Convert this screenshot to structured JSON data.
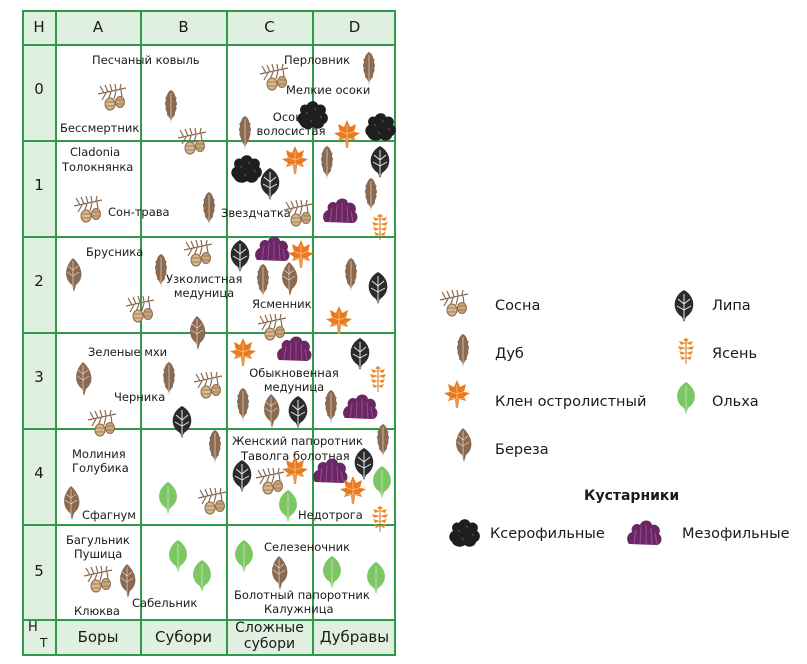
{
  "header": {
    "corner": "H",
    "columns": [
      "A",
      "B",
      "C",
      "D"
    ],
    "rows": [
      "0",
      "1",
      "2",
      "3",
      "4",
      "5"
    ],
    "corner_bottom_top": "H",
    "corner_bottom_bottom": "T",
    "footer": [
      "Боры",
      "Субори",
      "Сложные субори",
      "Дубравы"
    ]
  },
  "cells": {
    "r0": [
      "Песчаный ковыль",
      "Бессмертник",
      "Перловник",
      "Мелкие осоки",
      "Осока волосистая"
    ],
    "r1": [
      "Cladonia",
      "Толокнянка",
      "Сон-трава",
      "Звездчатка"
    ],
    "r2": [
      "Брусника",
      "Узколистная медуница",
      "Ясменник"
    ],
    "r3": [
      "Зеленые мхи",
      "Черника",
      "Обыкновенная медуница"
    ],
    "r4": [
      "Молиния",
      "Голубика",
      "Сфагнум",
      "Женский папоротник",
      "Таволга болотная",
      "Недотрога"
    ],
    "r5": [
      "Багульник",
      "Пушица",
      "Клюква",
      "Сабельник",
      "Селезеночник",
      "Болотный папоротник",
      "Калужница"
    ]
  },
  "legend": {
    "trees": [
      "Сосна",
      "Дуб",
      "Клен остролистный",
      "Береза",
      "Липа",
      "Ясень",
      "Ольха"
    ],
    "shrubs_title": "Кустарники",
    "shrubs": [
      "Ксерофильные",
      "Мезофильные"
    ]
  },
  "colors": {
    "grid": "#2f9b4a",
    "header_bg": "#dff0e0",
    "oak": "#8b6a52",
    "birch": "#8b6a52",
    "maple": "#e97a1e",
    "linden": "#2b2b2b",
    "ash": "#f08a28",
    "alder": "#7cc763",
    "xero": "#1e1e1e",
    "meso": "#6a2763"
  }
}
